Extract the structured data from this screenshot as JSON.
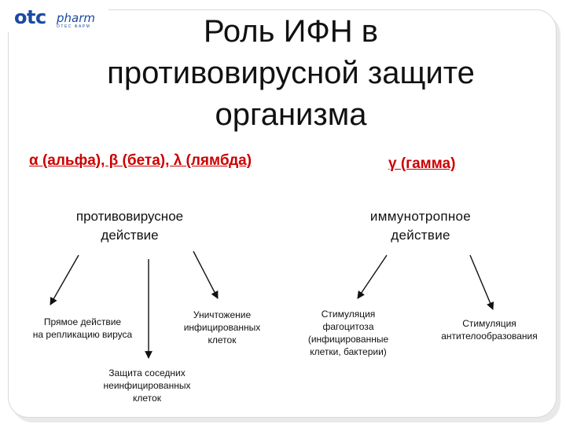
{
  "logo": {
    "brand": "otc",
    "sub": "pharm",
    "tagline": "ОТЕС ФАРМ"
  },
  "title": "Роль ИФН в\nпротивовирусной защите\nорганизма",
  "headings": {
    "left": "α (альфа), β (бета), λ (лямбда)",
    "right": "γ (гамма)"
  },
  "effects": {
    "left": "противовирусное\nдействие",
    "right": "иммунотропное\nдействие"
  },
  "outcomes": {
    "direct": "Прямое действие\nна репликацию вируса",
    "destroy": "Уничтожение\nинфицированных\nклеток",
    "protect": "Защита соседних\nнеинфицированных\nклеток",
    "phago": "Стимуляция\nфагоцитоза\n(инфицированные\nклетки, бактерии)",
    "antibody": "Стимуляция\nантителообразования"
  }
}
